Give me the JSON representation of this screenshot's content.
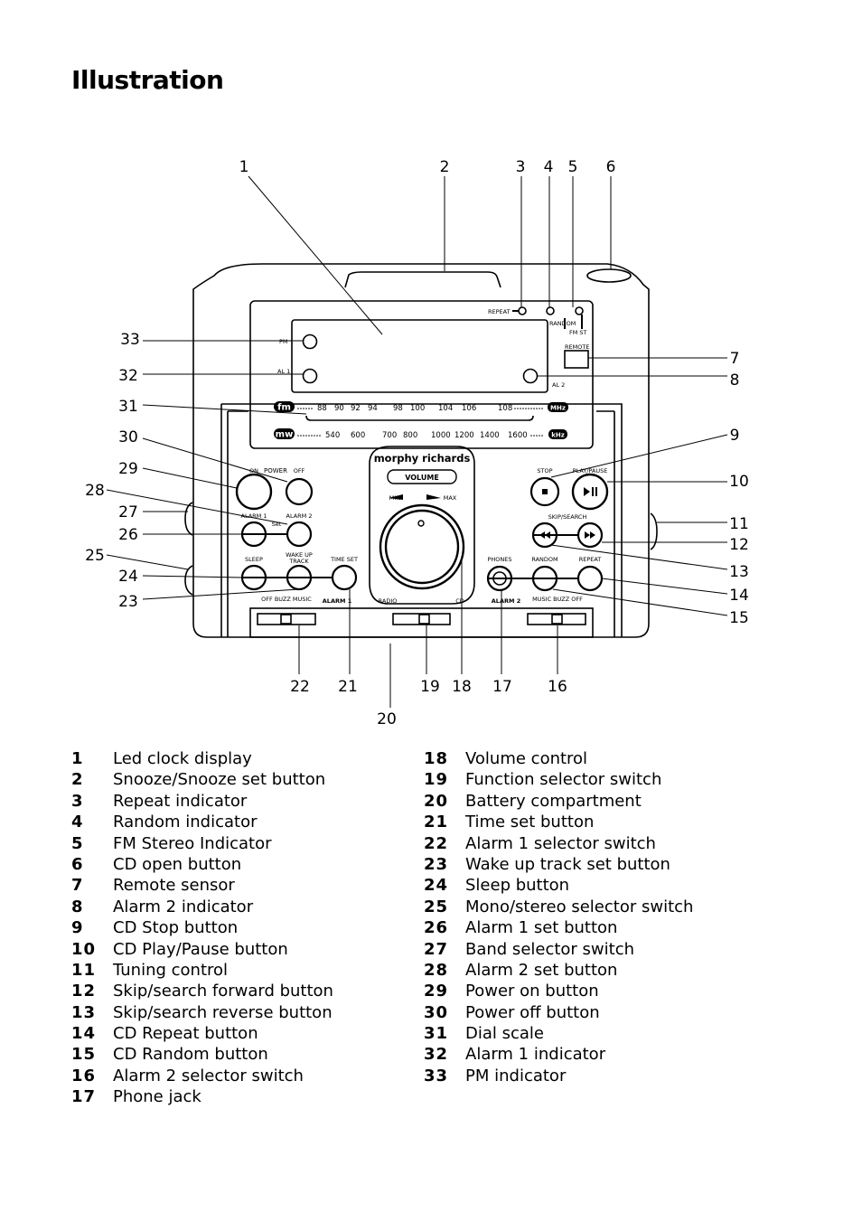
{
  "title": "Illustration",
  "device": {
    "brand": "morphy richards",
    "panel": {
      "repeat": "REPEAT",
      "random": "RANDOM",
      "fm_st": "FM ST",
      "remote": "REMOTE",
      "pm": "PM",
      "al1": "AL 1",
      "al2": "AL 2",
      "fm": "fm",
      "mhz": "MHz",
      "mw": "mw",
      "khz": "kHz",
      "fm_scale": [
        "88",
        "90",
        "92",
        "94",
        "98",
        "100",
        "104",
        "106",
        "108"
      ],
      "mw_scale": [
        "540",
        "600",
        "700",
        "800",
        "1000",
        "1200",
        "1400",
        "1600"
      ]
    },
    "controls": {
      "on": "ON",
      "power": "POWER",
      "off": "OFF",
      "alarm1": "ALARM 1",
      "alarm2": "ALARM 2",
      "set": "Set",
      "sleep": "SLEEP",
      "wake_up": "WAKE UP",
      "track": "TRACK",
      "time_set": "TIME SET",
      "volume": "VOLUME",
      "min": "MIN",
      "max": "MAX",
      "stop": "STOP",
      "play_pause": "PLAY/PAUSE",
      "skip_search": "SKIP/SEARCH",
      "phones": "PHONES",
      "random": "RANDOM",
      "repeat": "REPEAT",
      "off_buzz_music": "OFF  BUZZ  MUSIC",
      "alarm1_sw": "ALARM 1",
      "radio": "RADIO",
      "cd": "CD",
      "alarm2_sw": "ALARM 2",
      "music_buzz_off": "MUSIC  BUZZ  OFF"
    }
  },
  "callouts": [
    "1",
    "2",
    "3",
    "4",
    "5",
    "6",
    "7",
    "8",
    "9",
    "10",
    "11",
    "12",
    "13",
    "14",
    "15",
    "16",
    "17",
    "18",
    "19",
    "20",
    "21",
    "22",
    "23",
    "24",
    "25",
    "26",
    "27",
    "28",
    "29",
    "30",
    "31",
    "32",
    "33"
  ],
  "legend": [
    {
      "num": "1",
      "label": "Led clock display"
    },
    {
      "num": "2",
      "label": "Snooze/Snooze set button"
    },
    {
      "num": "3",
      "label": "Repeat indicator"
    },
    {
      "num": "4",
      "label": "Random indicator"
    },
    {
      "num": "5",
      "label": "FM Stereo Indicator"
    },
    {
      "num": "6",
      "label": "CD open button"
    },
    {
      "num": "7",
      "label": "Remote sensor"
    },
    {
      "num": "8",
      "label": "Alarm 2 indicator"
    },
    {
      "num": "9",
      "label": "CD Stop button"
    },
    {
      "num": "10",
      "label": "CD Play/Pause button"
    },
    {
      "num": "11",
      "label": "Tuning control"
    },
    {
      "num": "12",
      "label": "Skip/search forward button"
    },
    {
      "num": "13",
      "label": "Skip/search reverse button"
    },
    {
      "num": "14",
      "label": "CD Repeat button"
    },
    {
      "num": "15",
      "label": "CD Random button"
    },
    {
      "num": "16",
      "label": "Alarm 2 selector switch"
    },
    {
      "num": "17",
      "label": "Phone jack"
    },
    {
      "num": "18",
      "label": "Volume control"
    },
    {
      "num": "19",
      "label": "Function selector switch"
    },
    {
      "num": "20",
      "label": "Battery compartment"
    },
    {
      "num": "21",
      "label": "Time set button"
    },
    {
      "num": "22",
      "label": "Alarm 1 selector switch"
    },
    {
      "num": "23",
      "label": "Wake up track set button"
    },
    {
      "num": "24",
      "label": "Sleep button"
    },
    {
      "num": "25",
      "label": "Mono/stereo selector switch"
    },
    {
      "num": "26",
      "label": "Alarm 1 set button"
    },
    {
      "num": "27",
      "label": "Band selector switch"
    },
    {
      "num": "28",
      "label": "Alarm 2 set button"
    },
    {
      "num": "29",
      "label": "Power on button"
    },
    {
      "num": "30",
      "label": "Power off button"
    },
    {
      "num": "31",
      "label": "Dial scale"
    },
    {
      "num": "32",
      "label": "Alarm 1 indicator"
    },
    {
      "num": "33",
      "label": "PM indicator"
    }
  ]
}
